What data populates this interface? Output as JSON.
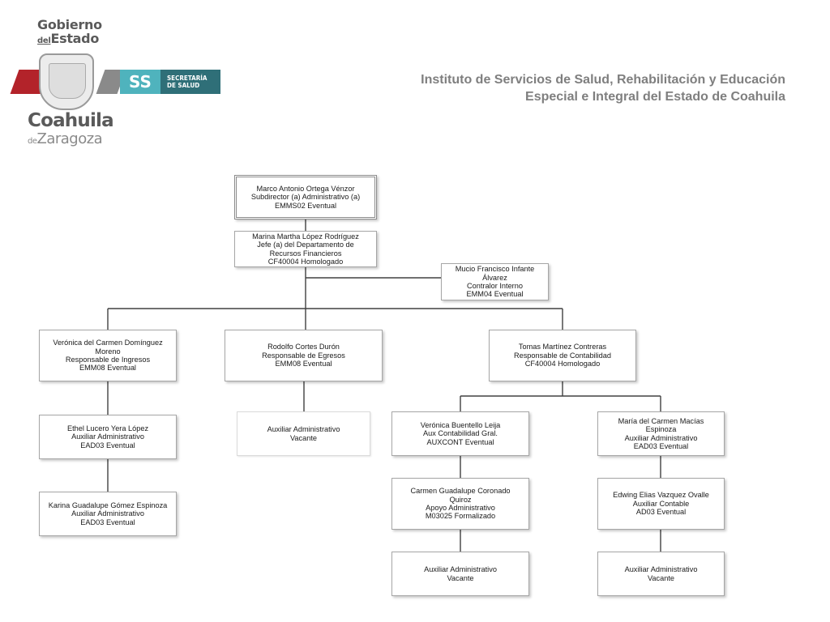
{
  "logo": {
    "gobierno": "Gobierno",
    "del": "del",
    "estado": "Estado",
    "ss": "SS",
    "secretaria_line1": "SECRETARÍA",
    "secretaria_line2": "DE SALUD",
    "coahuila": "Coahuila",
    "de": "de",
    "zaragoza": "Zaragoza"
  },
  "header": {
    "line1": "Instituto de Servicios de Salud, Rehabilitación y Educación",
    "line2": "Especial e Integral del Estado de Coahuila"
  },
  "org": {
    "subdirector": [
      "Marco Antonio Ortega Vénzor",
      "Subdirector (a) Administrativo (a)",
      "EMMS02 Eventual"
    ],
    "jefe": [
      "Marina Martha López Rodríguez",
      "Jefe (a) del Departamento de",
      "Recursos Financieros",
      "CF40004 Homologado"
    ],
    "contralor": [
      "Mucio Francisco Infante",
      "Álvarez",
      "Contralor Interno",
      "EMM04 Eventual"
    ],
    "ingresos": [
      "Verónica del Carmen Domínguez",
      "Moreno",
      "Responsable de Ingresos",
      "EMM08 Eventual"
    ],
    "egresos": [
      "Rodolfo Cortes Durón",
      "Responsable de Egresos",
      "EMM08 Eventual"
    ],
    "contabilidad": [
      "Tomas Martínez Contreras",
      "Responsable de Contabilidad",
      "CF40004 Homologado"
    ],
    "ethel": [
      "Ethel Lucero Yera López",
      "Auxiliar Administrativo",
      "EAD03 Eventual"
    ],
    "karina": [
      "Karina Guadalupe Gómez Espinoza",
      "Auxiliar Administrativo",
      "EAD03 Eventual"
    ],
    "egresos_vacante": [
      "Auxiliar Administrativo",
      "Vacante"
    ],
    "buentello": [
      "Verónica Buentello Leija",
      "Aux Contabilidad Gral.",
      "AUXCONT Eventual"
    ],
    "macias": [
      "María del Carmen Macías",
      "Espinoza",
      "Auxiliar Administrativo",
      "EAD03 Eventual"
    ],
    "coronado": [
      "Carmen Guadalupe Coronado",
      "Quiroz",
      "Apoyo Administrativo",
      "M03025 Formalizado"
    ],
    "vazquez": [
      "Edwing Elias Vazquez Ovalle",
      "Auxiliar Contable",
      "AD03 Eventual"
    ],
    "vacante_left": [
      "Auxiliar Administrativo",
      "Vacante"
    ],
    "vacante_right": [
      "Auxiliar Administrativo",
      "Vacante"
    ]
  },
  "colors": {
    "connector": "#404040",
    "header_text": "#7f7f7f",
    "box_border": "#a6a6a6"
  }
}
